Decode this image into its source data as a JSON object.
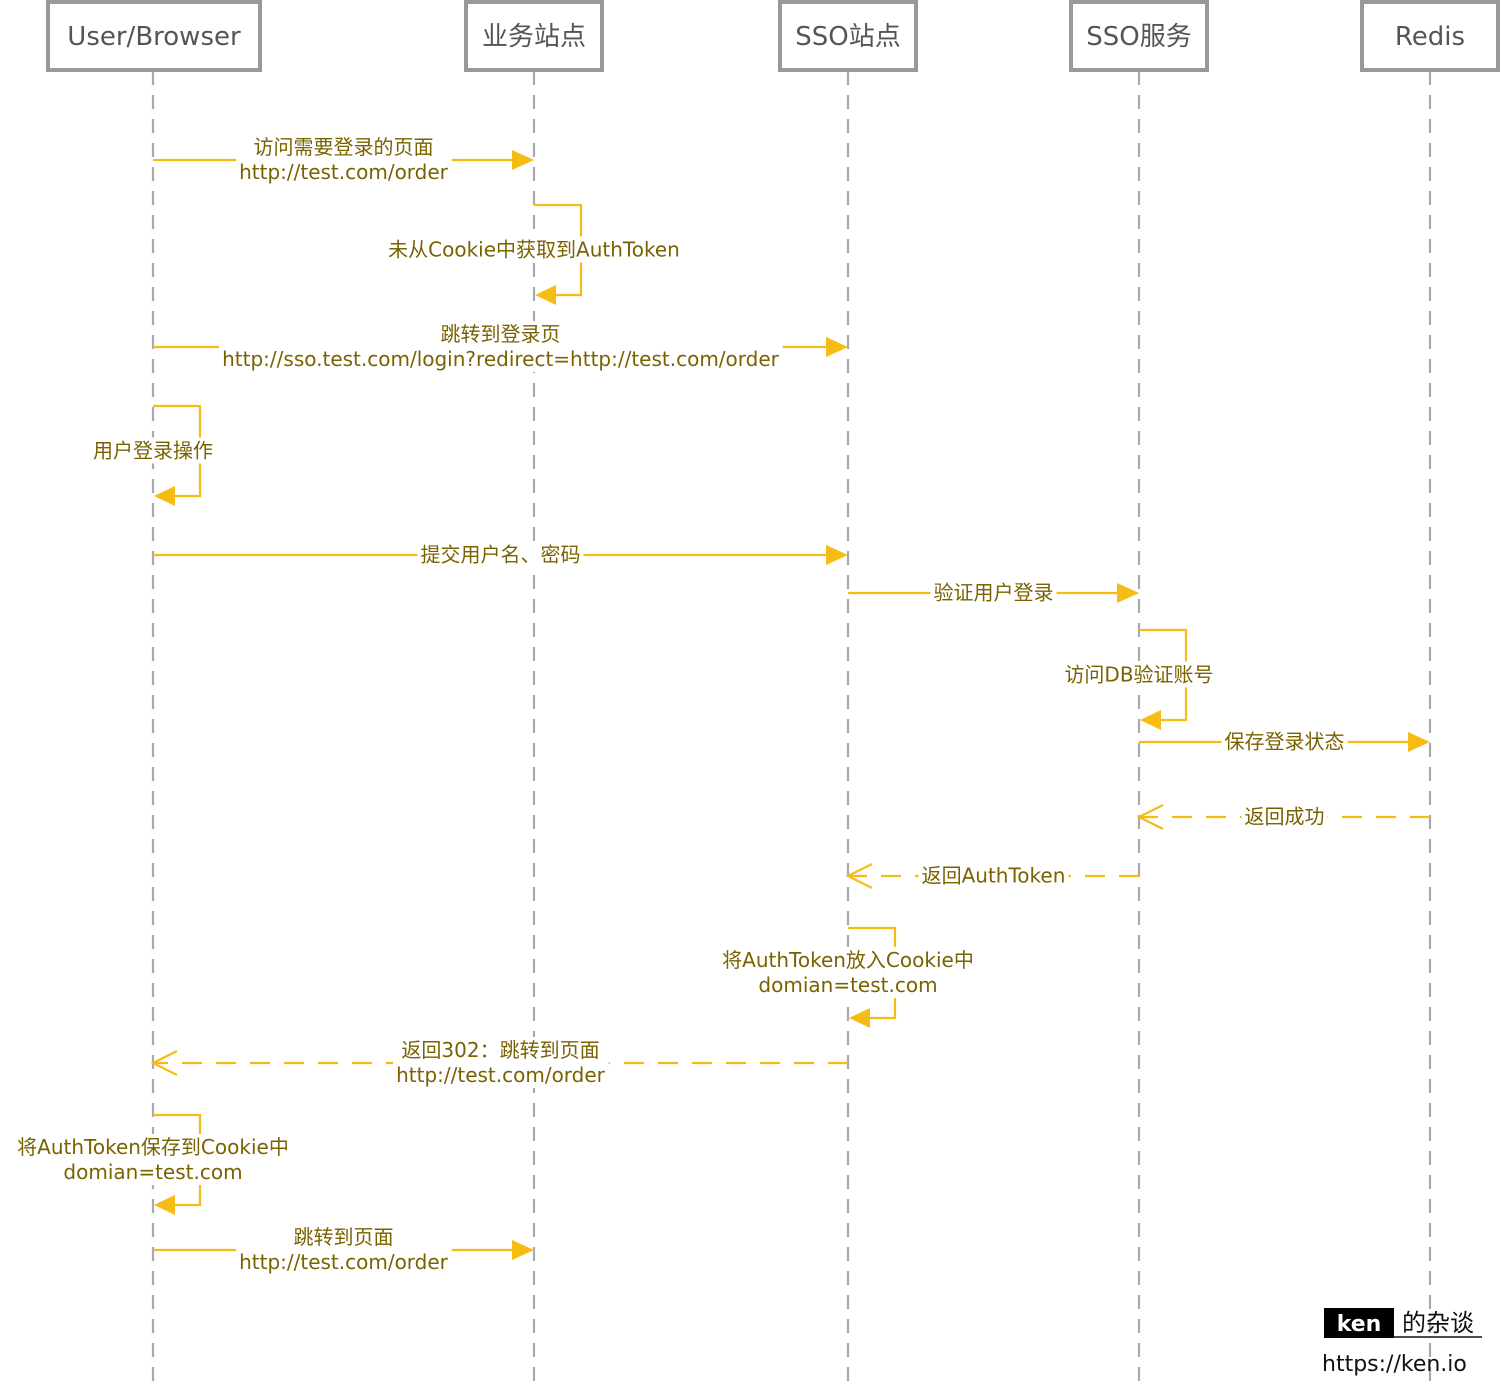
{
  "actors": [
    {
      "id": "user",
      "label": "User/Browser"
    },
    {
      "id": "biz",
      "label": "业务站点"
    },
    {
      "id": "sso_site",
      "label": "SSO站点"
    },
    {
      "id": "sso_svc",
      "label": "SSO服务"
    },
    {
      "id": "redis",
      "label": "Redis"
    }
  ],
  "messages": [
    {
      "from": "user",
      "to": "biz",
      "kind": "sync",
      "lines": [
        "访问需要登录的页面",
        "http://test.com/order"
      ]
    },
    {
      "from": "biz",
      "to": "biz",
      "kind": "self",
      "lines": [
        "未从Cookie中获取到AuthToken"
      ]
    },
    {
      "from": "user",
      "to": "sso_site",
      "kind": "sync",
      "lines": [
        "跳转到登录页",
        "http://sso.test.com/login?redirect=http://test.com/order"
      ]
    },
    {
      "from": "user",
      "to": "user",
      "kind": "self",
      "lines": [
        "用户登录操作"
      ]
    },
    {
      "from": "user",
      "to": "sso_site",
      "kind": "sync",
      "lines": [
        "提交用户名、密码"
      ]
    },
    {
      "from": "sso_site",
      "to": "sso_svc",
      "kind": "sync",
      "lines": [
        "验证用户登录"
      ]
    },
    {
      "from": "sso_svc",
      "to": "sso_svc",
      "kind": "self",
      "lines": [
        "访问DB验证账号"
      ]
    },
    {
      "from": "sso_svc",
      "to": "redis",
      "kind": "sync",
      "lines": [
        "保存登录状态"
      ]
    },
    {
      "from": "redis",
      "to": "sso_svc",
      "kind": "return",
      "lines": [
        "返回成功"
      ]
    },
    {
      "from": "sso_svc",
      "to": "sso_site",
      "kind": "return",
      "lines": [
        "返回AuthToken"
      ]
    },
    {
      "from": "sso_site",
      "to": "sso_site",
      "kind": "self",
      "lines": [
        "将AuthToken放入Cookie中",
        "domian=test.com"
      ]
    },
    {
      "from": "sso_site",
      "to": "user",
      "kind": "return",
      "lines": [
        "返回302：跳转到页面",
        "http://test.com/order"
      ]
    },
    {
      "from": "user",
      "to": "user",
      "kind": "self",
      "lines": [
        "将AuthToken保存到Cookie中",
        "domian=test.com"
      ]
    },
    {
      "from": "user",
      "to": "biz",
      "kind": "sync",
      "lines": [
        "跳转到页面",
        "http://test.com/order"
      ]
    }
  ],
  "watermark": {
    "brand": "ken",
    "suffix": "的杂谈",
    "url": "https://ken.io"
  },
  "colors": {
    "message": "#f5bd13",
    "label": "#7a6200",
    "lifeline": "#aaaaaa",
    "actor_border": "#999999",
    "actor_text": "#555555"
  }
}
